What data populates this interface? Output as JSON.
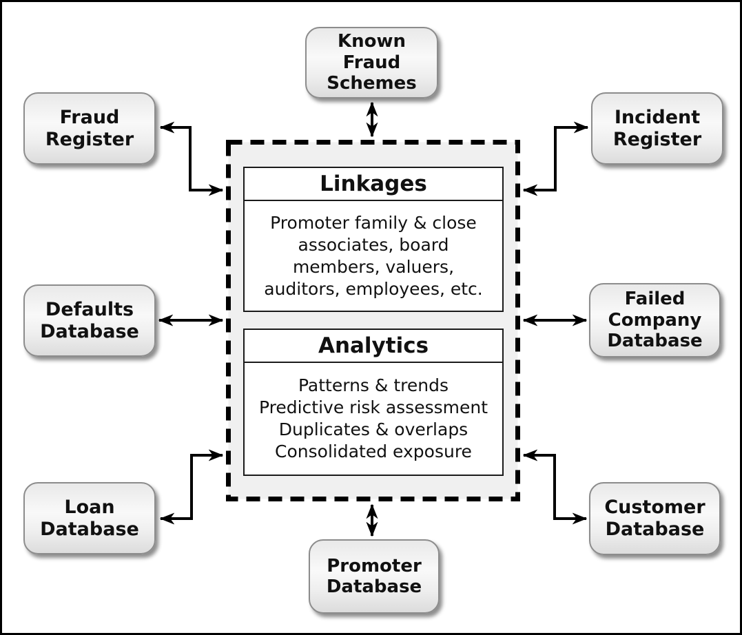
{
  "diagram": {
    "nodes": [
      {
        "id": "known-fraud-schemes",
        "label": "Known\nFraud\nSchemes"
      },
      {
        "id": "fraud-register",
        "label": "Fraud\nRegister"
      },
      {
        "id": "incident-register",
        "label": "Incident\nRegister"
      },
      {
        "id": "defaults-database",
        "label": "Defaults\nDatabase"
      },
      {
        "id": "failed-company-database",
        "label": "Failed\nCompany\nDatabase"
      },
      {
        "id": "loan-database",
        "label": "Loan\nDatabase"
      },
      {
        "id": "customer-database",
        "label": "Customer\nDatabase"
      },
      {
        "id": "promoter-database",
        "label": "Promoter\nDatabase"
      }
    ],
    "center": {
      "sections": [
        {
          "title": "Linkages",
          "body": "Promoter family & close\nassociates, board\nmembers, valuers,\nauditors, employees, etc."
        },
        {
          "title": "Analytics",
          "body": "Patterns & trends\nPredictive risk assessment\nDuplicates & overlaps\nConsolidated exposure"
        }
      ]
    },
    "connections": [
      {
        "from": "known-fraud-schemes",
        "to": "hub",
        "style": "straight-vertical",
        "bidirectional": true
      },
      {
        "from": "fraud-register",
        "to": "hub",
        "style": "elbow",
        "bidirectional": true
      },
      {
        "from": "incident-register",
        "to": "hub",
        "style": "elbow",
        "bidirectional": true
      },
      {
        "from": "defaults-database",
        "to": "hub",
        "style": "straight-horizontal",
        "bidirectional": true
      },
      {
        "from": "failed-company-database",
        "to": "hub",
        "style": "straight-horizontal",
        "bidirectional": true
      },
      {
        "from": "loan-database",
        "to": "hub",
        "style": "elbow",
        "bidirectional": true
      },
      {
        "from": "customer-database",
        "to": "hub",
        "style": "elbow",
        "bidirectional": true
      },
      {
        "from": "promoter-database",
        "to": "hub",
        "style": "straight-vertical",
        "bidirectional": true
      }
    ],
    "colors": {
      "background": "#ffffff",
      "outer_border": "#000000",
      "node_border": "#8c8c8c",
      "node_fill_light": "#f9f9f9",
      "node_fill_dark": "#dcdcdc",
      "hub_fill": "#f0f0f0",
      "hub_dashed_border": "#000000",
      "section_border": "#1a1a1a",
      "section_fill": "#ffffff",
      "arrow": "#000000",
      "text": "#111111"
    }
  }
}
